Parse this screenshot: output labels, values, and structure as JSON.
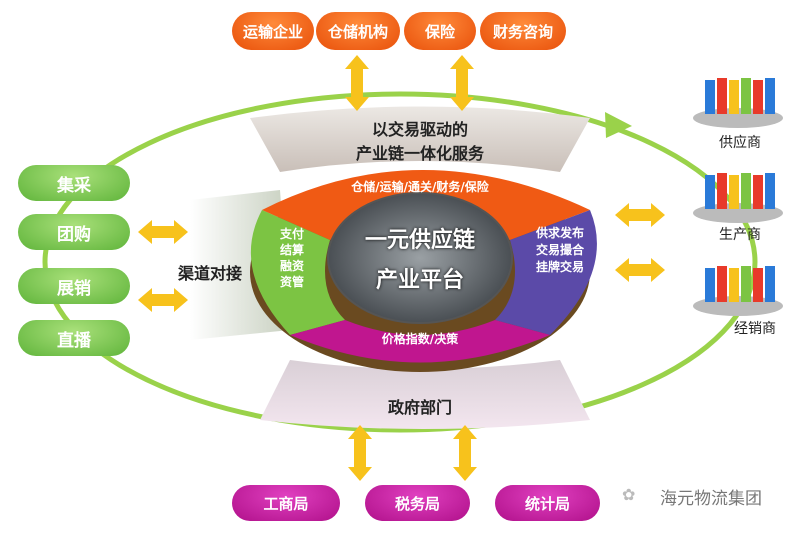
{
  "top_partners": [
    "运输企业",
    "仓储机构",
    "保险",
    "财务咨询"
  ],
  "top_service": {
    "line1": "以交易驱动的",
    "line2": "产业链一体化服务"
  },
  "platform": {
    "title1": "一元供应链",
    "title2": "产业平台",
    "top": "仓储/运输/通关/财务/保险",
    "left": [
      "支付",
      "结算",
      "融资",
      "资管"
    ],
    "right": [
      "供求发布",
      "交易撮合",
      "挂牌交易"
    ],
    "bottom": "价格指数/决策"
  },
  "channels": [
    "集采",
    "团购",
    "展销",
    "直播"
  ],
  "channel_label": "渠道对接",
  "participants": [
    "供应商",
    "生产商",
    "经销商"
  ],
  "government": "政府部门",
  "gov_agencies": [
    "工商局",
    "税务局",
    "统计局"
  ],
  "watermark": "海元物流集团",
  "colors": {
    "orange": "#f05a14",
    "green": "#7cc443",
    "purple": "#5b4aa8",
    "magenta": "#c0168f",
    "ring": "#9ad24a",
    "arrow": "#f7c21c"
  }
}
